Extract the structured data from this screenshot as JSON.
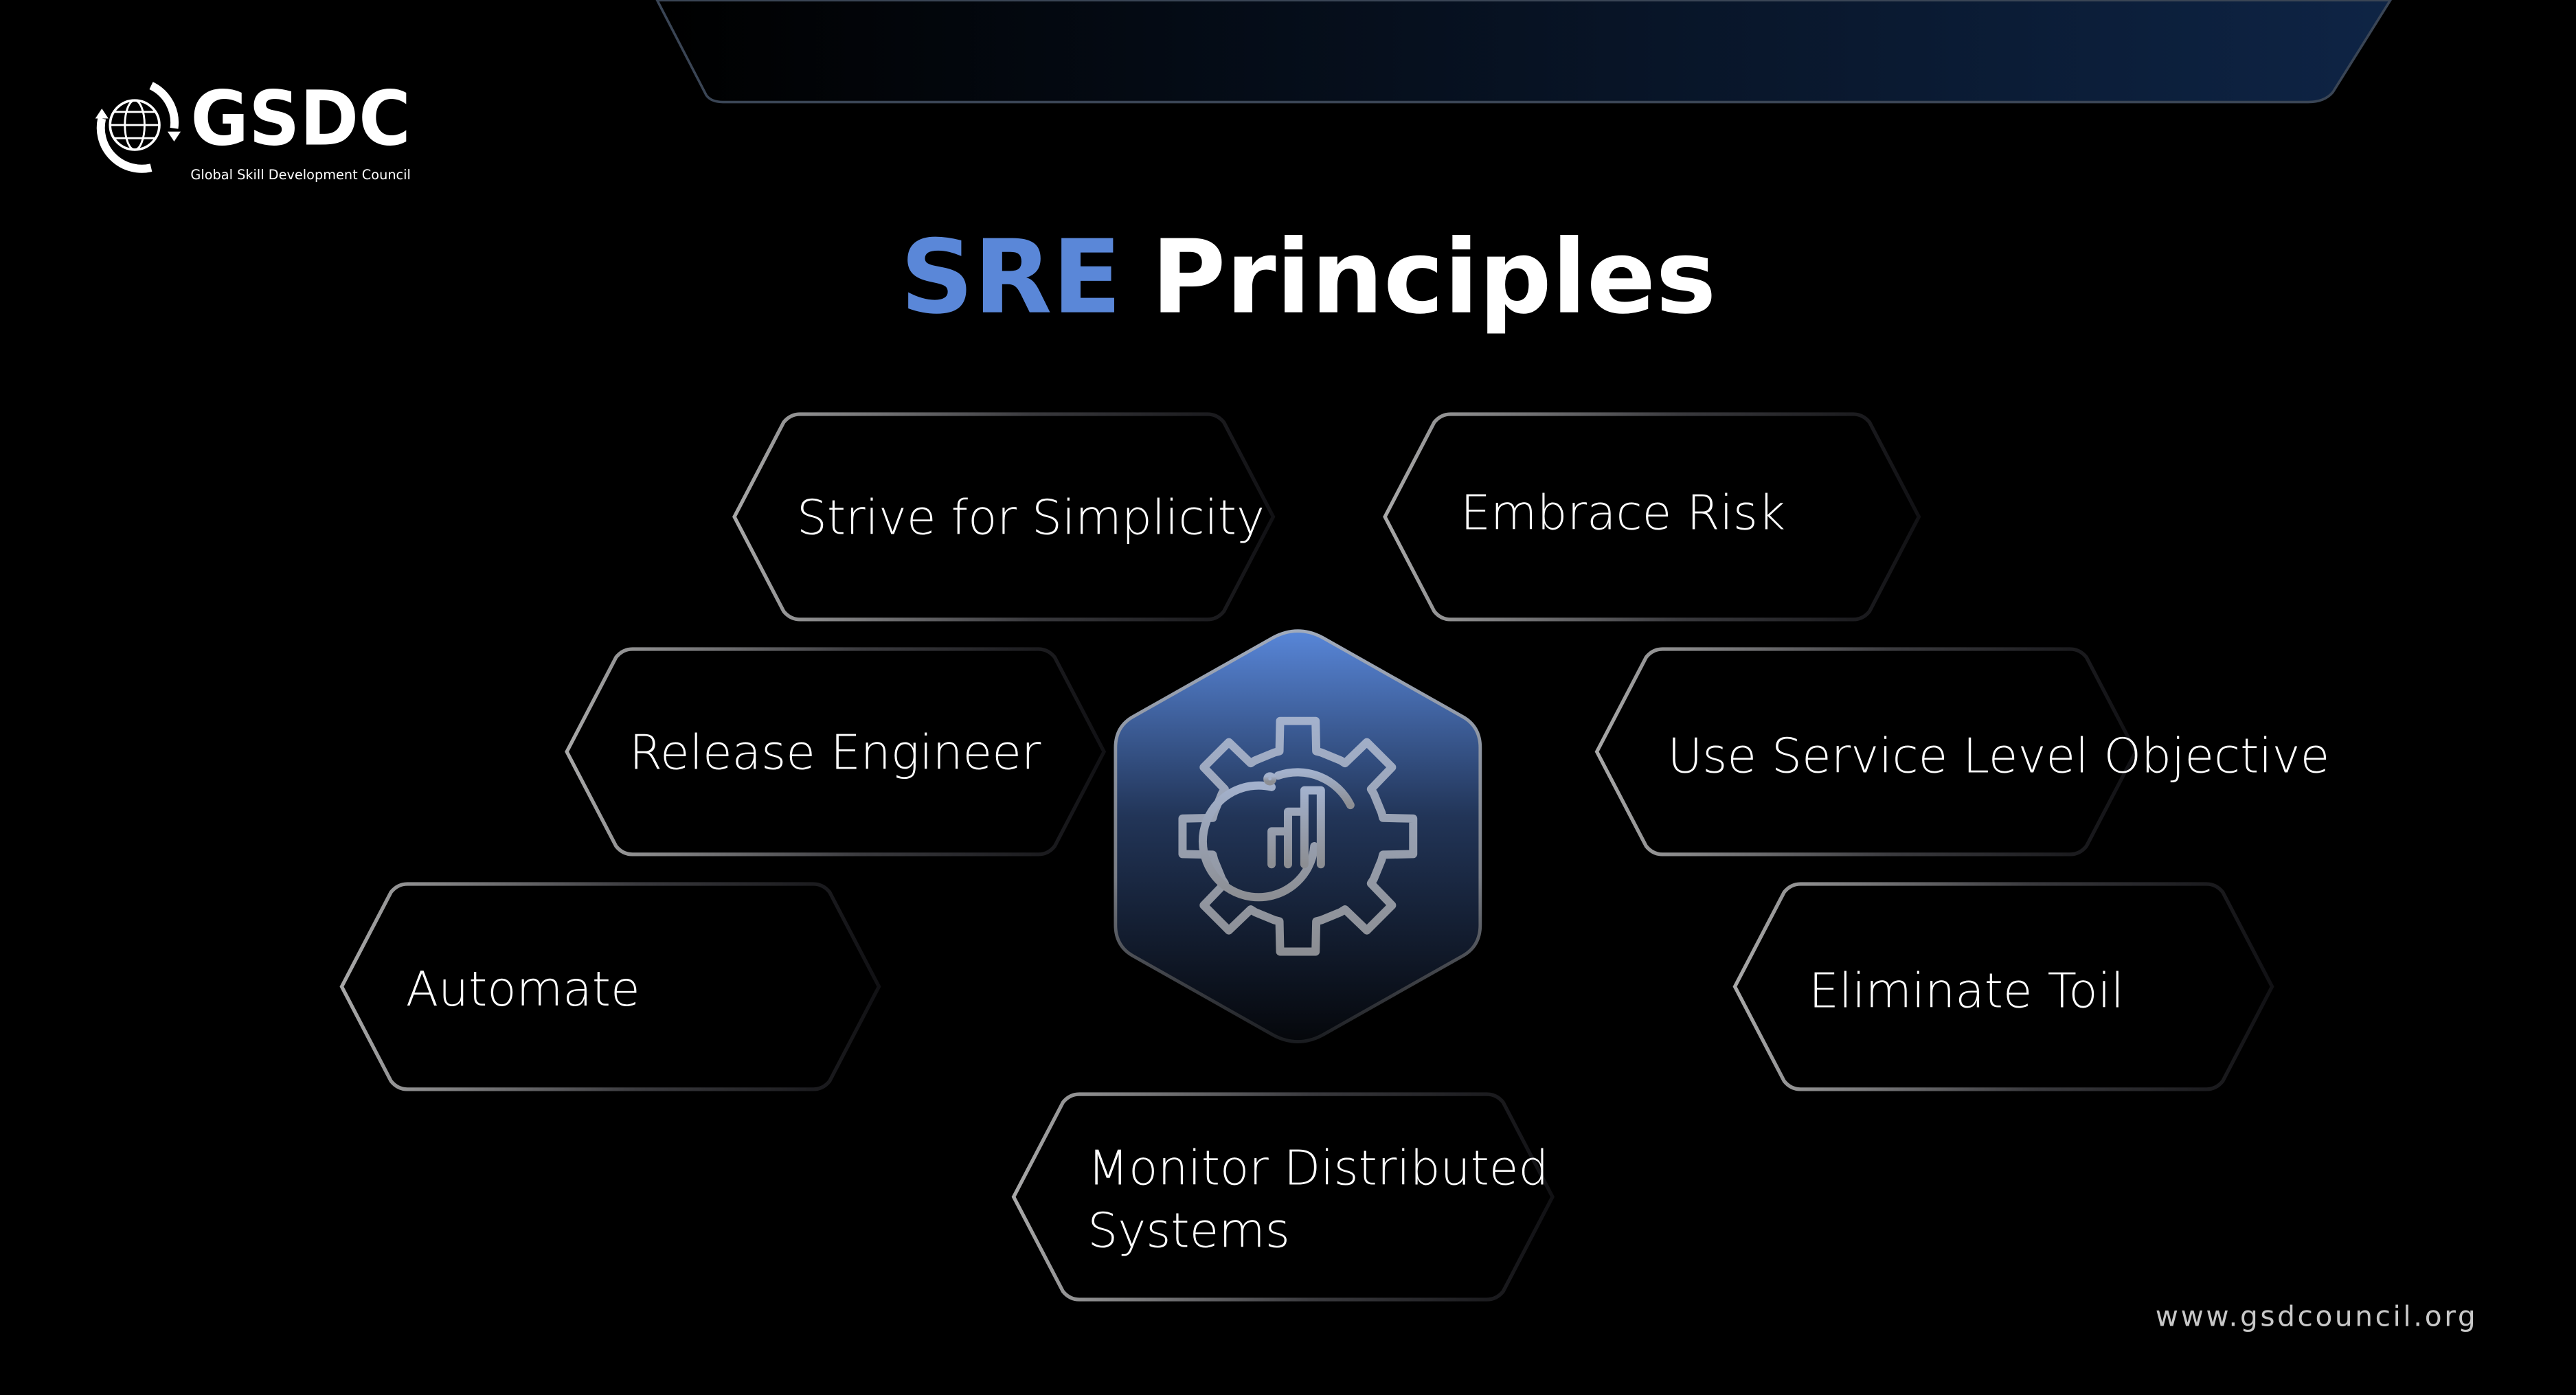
{
  "logo": {
    "name": "GSDC",
    "tagline": "Global Skill Development Council"
  },
  "title": {
    "highlight": "SRE",
    "rest": "Principles"
  },
  "colors": {
    "accent": "#5a87d8",
    "background": "#000000",
    "banner": "#0d2240"
  },
  "center_icon": "gear-chart-icon",
  "principles": [
    {
      "label": "Strive for Simplicity"
    },
    {
      "label": "Embrace Risk"
    },
    {
      "label": "Release Engineer"
    },
    {
      "label": "Use Service Level Objective"
    },
    {
      "label": "Automate"
    },
    {
      "label": "Eliminate Toil"
    },
    {
      "label": "Monitor Distributed",
      "label2": "Systems"
    }
  ],
  "footer": {
    "url": "www.gsdcouncil.org"
  }
}
